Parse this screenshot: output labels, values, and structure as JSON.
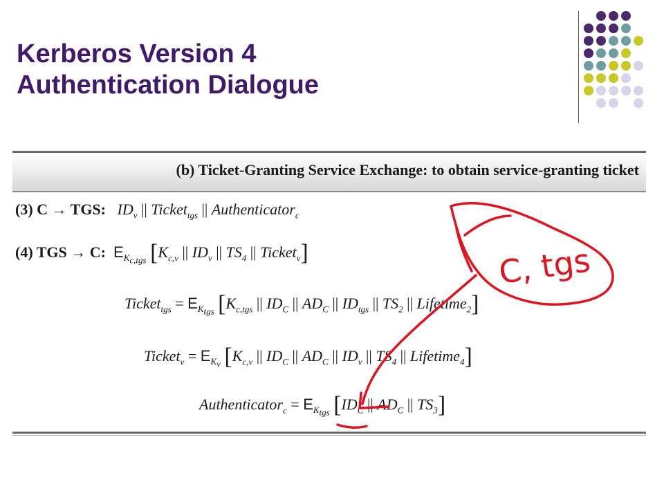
{
  "slide": {
    "title_line1": "Kerberos Version 4",
    "title_line2": "Authentication Dialogue"
  },
  "figure": {
    "header": "(b) Ticket-Granting Service Exchange: to obtain service-granting ticket",
    "step3": {
      "label": "(3) C → TGS:",
      "id": "ID",
      "id_sub": "v",
      "sep": "||",
      "ticket": "Ticket",
      "ticket_sub": "tgs",
      "auth": "Authenticator",
      "auth_sub": "c"
    },
    "step4": {
      "label": "(4) TGS → C:",
      "enc": "E",
      "key": "K",
      "key_sub": "c,tgs",
      "lb": "[",
      "k": "K",
      "k_sub": "c,v",
      "sep": "||",
      "id": "ID",
      "id_sub": "v",
      "ts": "TS",
      "ts_sub": "4",
      "ticket": "Ticket",
      "ticket_sub": "v",
      "rb": "]"
    },
    "eq1": {
      "lhs": "Ticket",
      "lhs_sub": "tgs",
      "eq": "=",
      "enc": "E",
      "key": "K",
      "key_sub": "tgs",
      "lb": "[",
      "k": "K",
      "k_sub": "c,tgs",
      "sep": "||",
      "idc": "ID",
      "idc_sub": "C",
      "adc": "AD",
      "adc_sub": "C",
      "idt": "ID",
      "idt_sub": "tgs",
      "ts": "TS",
      "ts_sub": "2",
      "life": "Lifetime",
      "life_sub": "2",
      "rb": "]"
    },
    "eq2": {
      "lhs": "Ticket",
      "lhs_sub": "v",
      "eq": "=",
      "enc": "E",
      "key": "K",
      "key_sub": "v",
      "lb": "[",
      "k": "K",
      "k_sub": "c,v",
      "sep": "||",
      "idc": "ID",
      "idc_sub": "C",
      "adc": "AD",
      "adc_sub": "C",
      "idv": "ID",
      "idv_sub": "v",
      "ts": "TS",
      "ts_sub": "4",
      "life": "Lifetime",
      "life_sub": "4",
      "rb": "]"
    },
    "eq3": {
      "lhs": "Authenticator",
      "lhs_sub": "c",
      "eq": "=",
      "enc": "E",
      "key": "K",
      "key_sub": "tgs",
      "lb": "[",
      "idc": "ID",
      "idc_sub": "C",
      "sep": "||",
      "adc": "AD",
      "adc_sub": "C",
      "ts": "TS",
      "ts_sub": "3",
      "rb": "]"
    }
  },
  "annotation": {
    "handwriting": "C, tgs",
    "ink_color": "#e0141e"
  },
  "colors": {
    "title": "#3f1a6b",
    "dot_purple": "#4a2a6a",
    "dot_teal": "#6f9ea0",
    "dot_olive": "#c8c828",
    "dot_lavender": "#d6d4ea"
  }
}
